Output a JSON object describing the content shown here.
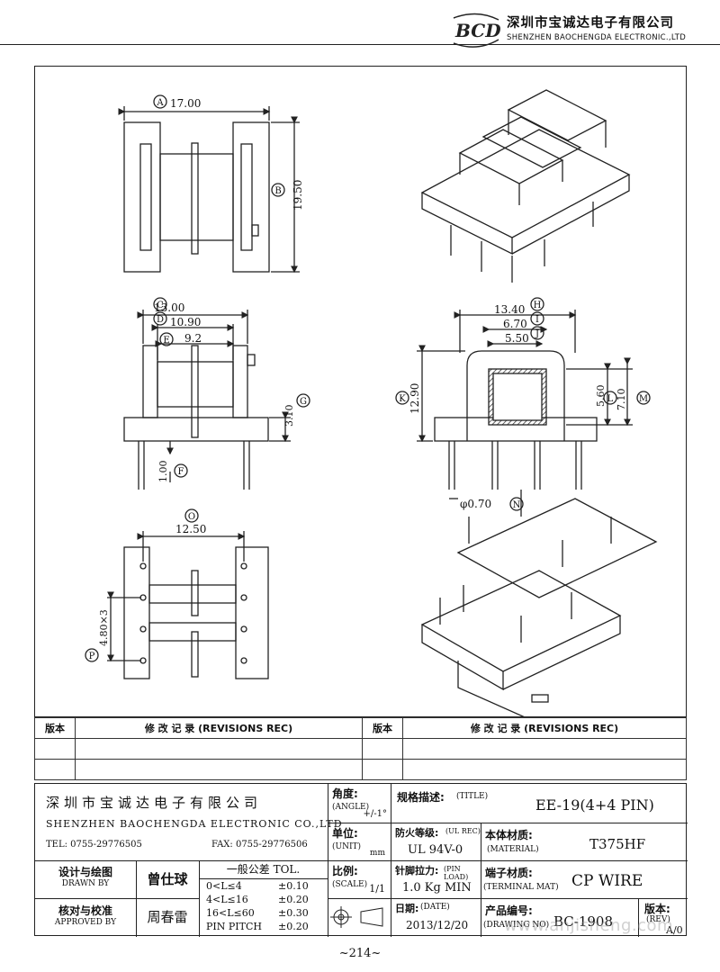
{
  "company": {
    "logo_text": "BCD",
    "name_cn": "深圳市宝诚达电子有限公司",
    "name_en": "SHENZHEN BAOCHENGDA ELECTRONIC.,LTD"
  },
  "drawing": {
    "dims": {
      "a": "17.00",
      "b": "19.50",
      "c": "13.00",
      "d": "10.90",
      "e": "9.2",
      "g": "3.10",
      "f": "1.00",
      "o": "12.50",
      "p": "4.80×3",
      "h": "13.40",
      "i": "6.70",
      "j": "5.50",
      "k": "12.90",
      "l": "5.60",
      "m": "7.10",
      "n": "φ0.70"
    },
    "markers": [
      "A",
      "B",
      "C",
      "D",
      "E",
      "F",
      "G",
      "H",
      "I",
      "J",
      "K",
      "L",
      "M",
      "N",
      "O",
      "P"
    ]
  },
  "revision": {
    "col_rev": "版本",
    "col_rec": "修 改 记 录 (REVISIONS REC)"
  },
  "title_block": {
    "company_cn": "深圳市宝诚达电子有限公司",
    "company_en": "SHENZHEN BAOCHENGDA ELECTRONIC CO.,LTD",
    "tel": "TEL: 0755-29776505",
    "fax": "FAX: 0755-29776506",
    "angle_label": "角度:",
    "angle_en": "(ANGLE)",
    "angle_value": "+/-1°",
    "unit_label": "单位:",
    "unit_en": "(UNIT)",
    "unit_value": "mm",
    "scale_label": "比例:",
    "scale_en": "(SCALE)",
    "scale_value": "1/1",
    "title_label": "规格描述:",
    "title_en": "(TITLE)",
    "title_value": "EE-19(4+4 PIN)",
    "ul_label": "防火等级:",
    "ul_en": "(UL REC)",
    "ul_value": "UL 94V-0",
    "material_label": "本体材质:",
    "material_en": "(MATERIAL)",
    "material_value": "T375HF",
    "pinload_label": "针脚拉力:",
    "pinload_en": "(PIN LOAD)",
    "pinload_value": "1.0 Kg MIN",
    "terminal_label": "端子材质:",
    "terminal_en": "(TERMINAL MAT)",
    "terminal_value": "CP WIRE",
    "date_label": "日期:",
    "date_en": "(DATE)",
    "date_value": "2013/12/20",
    "drawno_label": "产品编号:",
    "drawno_en": "(DRAWING NO)",
    "drawno_value": "BC-1908",
    "rev_label": "版本:",
    "rev_en": "(REV)",
    "rev_value": "A/0",
    "drawn_label": "设计与绘图",
    "drawn_en": "DRAWN BY",
    "drawn_value": "曾仕球",
    "approved_label": "核对与校准",
    "approved_en": "APPROVED BY",
    "approved_value": "周春雷",
    "tol_title": "一般公差 TOL.",
    "tol_rows": [
      {
        "range": "0<L≤4",
        "tol": "±0.10"
      },
      {
        "range": "4<L≤16",
        "tol": "±0.20"
      },
      {
        "range": "16<L≤60",
        "tol": "±0.30"
      },
      {
        "range": "PIN PITCH",
        "tol": "±0.20"
      }
    ]
  },
  "page_number": "~214~",
  "watermark": "www.anjisheng.com"
}
